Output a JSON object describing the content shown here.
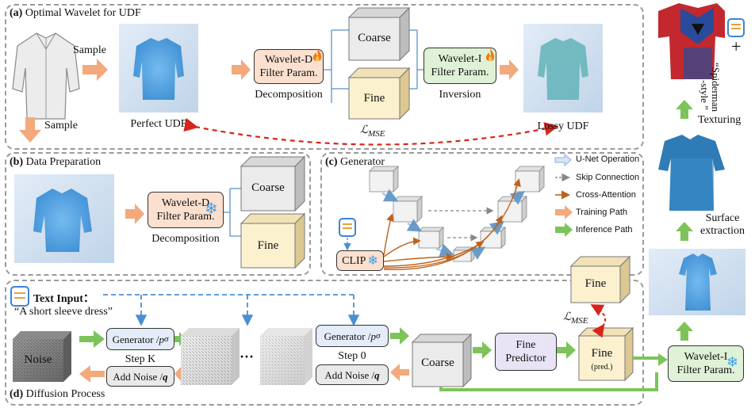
{
  "panel_a": {
    "title_tag": "(a)",
    "title": "Optimal Wavelet for UDF",
    "sample_right": "Sample",
    "sample_down": "Sample",
    "perfect_udf": "Perfect UDF",
    "wavelet_d_1": "Wavelet-D",
    "wavelet_d_2": "Filter Param.",
    "decomposition": "Decomposition",
    "coarse": "Coarse",
    "fine": "Fine",
    "wavelet_i_1": "Wavelet-I",
    "wavelet_i_2": "Filter Param.",
    "inversion": "Inversion",
    "lossy_udf": "Lossy UDF",
    "loss": "ℒ",
    "loss_sub": "MSE"
  },
  "panel_b": {
    "title_tag": "(b)",
    "title": "Data Preparation",
    "wavelet_d_1": "Wavelet-D",
    "wavelet_d_2": "Filter Param.",
    "decomposition": "Decomposition",
    "coarse": "Coarse",
    "fine": "Fine"
  },
  "panel_c": {
    "title_tag": "(c)",
    "title": "Generator",
    "clip": "CLIP",
    "legend": [
      "U-Net Operation",
      "Skip Connection",
      "Cross-Attention",
      "Training Path",
      "Inference Path"
    ]
  },
  "panel_d": {
    "title_tag": "(d)",
    "title": "Diffusion Process",
    "text_input_label": "Text Input：",
    "text_input_value": "“A short sleeve dress”",
    "noise": "Noise",
    "generator_1": "Generator / ",
    "p_sigma": "p",
    "sigma": "σ",
    "step_k": "Step K",
    "step_0": "Step 0",
    "ellipsis": "···",
    "add_noise": "Add Noise / ",
    "q": "q",
    "coarse": "Coarse",
    "fine_predictor_1": "Fine",
    "fine_predictor_2": "Predictor",
    "fine_top": "Fine",
    "fine_pred": "Fine",
    "fine_pred_sub": "(pred.)",
    "loss": "ℒ",
    "loss_sub": "MSE",
    "wavelet_i_1": "Wavelet-I",
    "wavelet_i_2": "Filter Param."
  },
  "right_column": {
    "prompt_1": "“Spiderman",
    "prompt_2": "-style ”",
    "plus": "+",
    "texturing": "Texturing",
    "surface_1": "Surface",
    "surface_2": "extraction"
  },
  "colors": {
    "training_arrow": "#f4a97c",
    "inference_arrow": "#7cc45a",
    "unet_arrow": "#a9c7e8",
    "cross_attention": "#c0621c",
    "loss_dashed": "#d9241c",
    "text_dashed": "#4a8fd0",
    "udf_blue": "#4aa0e6"
  }
}
